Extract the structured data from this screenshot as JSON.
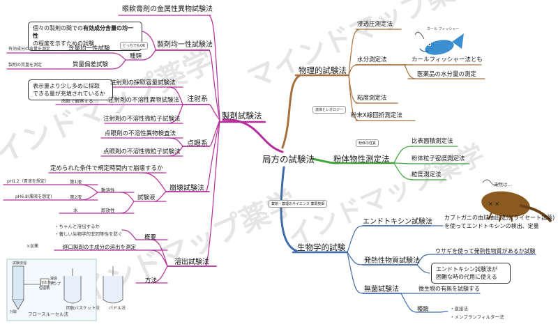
{
  "root": "局方の試験法",
  "branches": {
    "seizai": {
      "label": "製剤試験法",
      "ointment": "眼軟膏剤の金属性異物試験法",
      "uniformity": {
        "label": "製剤均一性試験法",
        "note": "個々の製剤の間での有効成分含量の均一性の程度を示すための試験",
        "note_parts": [
          "個々の製剤の間での",
          "有効成分含量の均一性",
          "の程度を示すための試験"
        ],
        "types_label": "種類",
        "types_tag": "どっちでもOK",
        "content_uniformity": "含量均一性試験",
        "content_uniformity_desc": "有効成分の含量を測定",
        "mass_variation": "質量偏差試験",
        "mass_variation_desc": "製剤の質量を測定"
      },
      "injection": {
        "label": "注射系",
        "items": [
          "注射剤の採取容量試験法",
          "注射剤の不溶性異物試験法",
          "注射剤の不溶性微粒子試験法"
        ],
        "note": "表示量より少し多めに採取できる量が充填されているか",
        "note_lines": [
          "表示量より少し多めに採取",
          "できる量が充填されているか"
        ],
        "visual": "肉眼で観察する"
      },
      "ophthalmic": {
        "label": "点眼系",
        "items": [
          "点眼剤の不溶性異物検査法",
          "点眼剤の不溶性微粒子試験法"
        ]
      },
      "disintegration": {
        "label": "崩壊試験法",
        "desc": "定められた条件で規定時間内で崩壊するか",
        "fluid_label": "試験液",
        "insoluble_label": "難溶性",
        "first": "第1液",
        "first_desc": "pH1.2（胃液を想定）",
        "second": "第2液",
        "second_desc": "pH6.8(腸液を想定)",
        "readily_label": "即放性",
        "water": "水"
      },
      "dissolution": {
        "label": "溶出試験法",
        "overview_label": "概要",
        "overview_1": "・ちゃんと溶出するか",
        "overview_2": "・著しい生物学的非同等性を防ぐ",
        "oral": "経口製剤の主成分の溶出を測定",
        "oral_tag": "×坐薬",
        "method_label": "方法",
        "flow_cell": "フロースルーセル法",
        "basket": "回転バスケット法",
        "paddle": "パドル法",
        "fluid_tank": "試験液溜",
        "filter": "濾過",
        "thermostat": "恒温槽",
        "pump": "ポンプ",
        "dissolution_vessel": "溶出セル",
        "fraction": "分取"
      }
    },
    "physical": {
      "label": "物理的試験法",
      "osmotic": "浸透圧測定法",
      "water": {
        "label": "水分測定法",
        "kf": "カールフィッシャー法とも",
        "drug_water": "医薬品の水分量の測定",
        "fish_label": "カール フィッシャー"
      },
      "viscosity": "粘度測定法",
      "xrd": "粉末X線回折測定法",
      "tag": "流体とレオロジー"
    },
    "powder": {
      "label": "粉体物性測定法",
      "tag": "粉体の性質",
      "items": [
        "比表面積測定法",
        "粉体粒子密度測定法",
        "粒度測定法"
      ]
    },
    "bio": {
      "label": "生物学的試験",
      "tag": "薬剤・薬理のサイエンス 薬局技師",
      "endotoxin": {
        "label": "エンドトキシン試験法",
        "desc": "カブトガニの血球抽出成分(ライセート試薬)を使ってエンドトキシンの検出、定量",
        "desc_lines": [
          "カブトガニの血球抽出成分(ライセート試薬)",
          "を使ってエンドトキシンの検出、定量"
        ],
        "crab_note": "未然は…"
      },
      "pyrogen": {
        "label": "発熱性物質試験法",
        "desc": "ウサギを使って発熱性物質があるか試験",
        "alt": "エンドトキシン試験法が困難な時の代用に使える",
        "alt_lines": [
          "エンドトキシン試験法が",
          "困難な時の代用に使える"
        ]
      },
      "sterility": {
        "label": "無菌試験法",
        "desc": "微生物の有無を試験する",
        "types_label": "種類",
        "direct": "・直接法",
        "membrane": "・メンブランフィルター法"
      }
    }
  },
  "watermark": [
    "マインドマップ薬学",
    "インドマップ薬学",
    "インドマップ薬学",
    "マインドマップ薬学"
  ],
  "colors": {
    "seizai": "#b52d9b",
    "physical": "#a5703c",
    "powder": "#3ea43a",
    "bio": "#3f6aaa",
    "root": "#555555"
  }
}
